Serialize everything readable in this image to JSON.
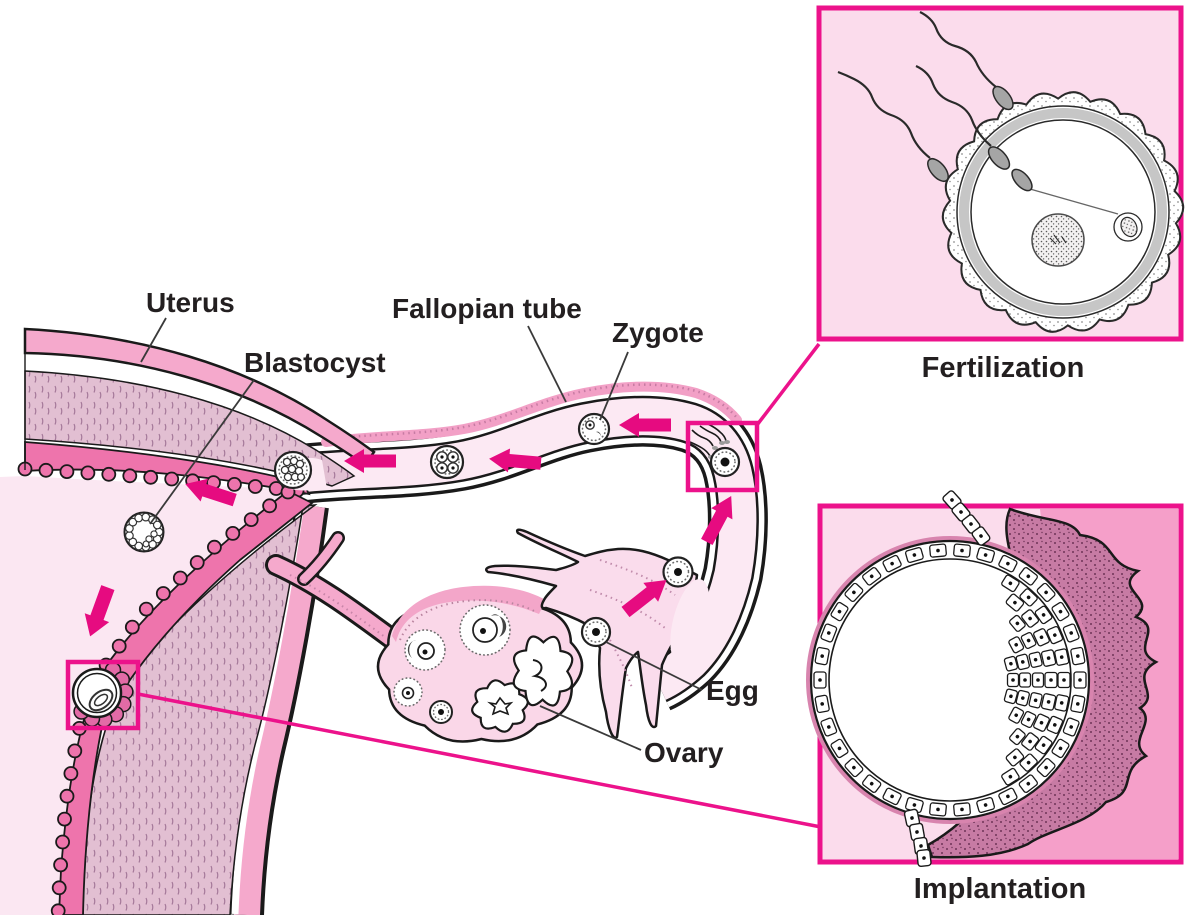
{
  "figure": {
    "labels": {
      "uterus": "Uterus",
      "fallopian_tube": "Fallopian tube",
      "zygote": "Zygote",
      "blastocyst": "Blastocyst",
      "egg": "Egg",
      "ovary": "Ovary"
    },
    "insets": {
      "fertilization": "Fertilization",
      "implantation": "Implantation"
    },
    "colors": {
      "accent_magenta": "#ec128b",
      "arrow_pink": "#e60b80",
      "outer_wall_pink": "#f5a9cc",
      "endometrium_pink": "#ee74ac",
      "myometrium_mauve": "#e2bfd2",
      "cavity_pink": "#fbe7f2",
      "tube_lumen_pink": "#fce9f3",
      "inset_background": "#fbdcec",
      "inset_right_background": "#f59fc9",
      "decidua_mauve": "#c77ba4",
      "sperm_gray": "#a5a5a5",
      "zona_gray": "#c6c6c6",
      "label_color": "#231f20"
    }
  }
}
